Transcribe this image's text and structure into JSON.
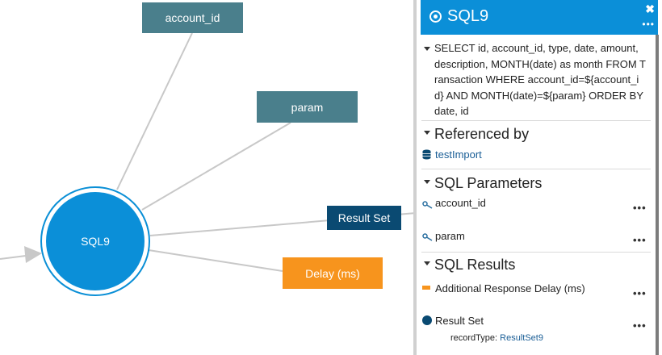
{
  "graph": {
    "center_node": "SQL9",
    "nodes": {
      "account_id": "account_id",
      "param": "param",
      "result_set": "Result Set",
      "delay": "Delay (ms)"
    },
    "colors": {
      "param_node": "#4a7f8c",
      "result_node": "#0a4a72",
      "delay_node": "#f7941d",
      "sql_node": "#0b8fd8"
    }
  },
  "panel": {
    "title": "SQL9",
    "close_icon": "close-icon",
    "more_icon": "more-icon",
    "query": "SELECT id, account_id, type, date, amount, description, MONTH(date) as month FROM Transaction WHERE account_id=${account_id} AND MONTH(date)=${param} ORDER BY date, id",
    "referenced_by": {
      "title": "Referenced by",
      "item": "testImport"
    },
    "sql_parameters": {
      "title": "SQL Parameters",
      "items": [
        "account_id",
        "param"
      ]
    },
    "sql_results": {
      "title": "SQL Results",
      "items": [
        "Additional Response Delay (ms)",
        "Result Set"
      ],
      "record_type_label": "recordType:",
      "record_type_value": "ResultSet9"
    },
    "more_label": "•••"
  }
}
